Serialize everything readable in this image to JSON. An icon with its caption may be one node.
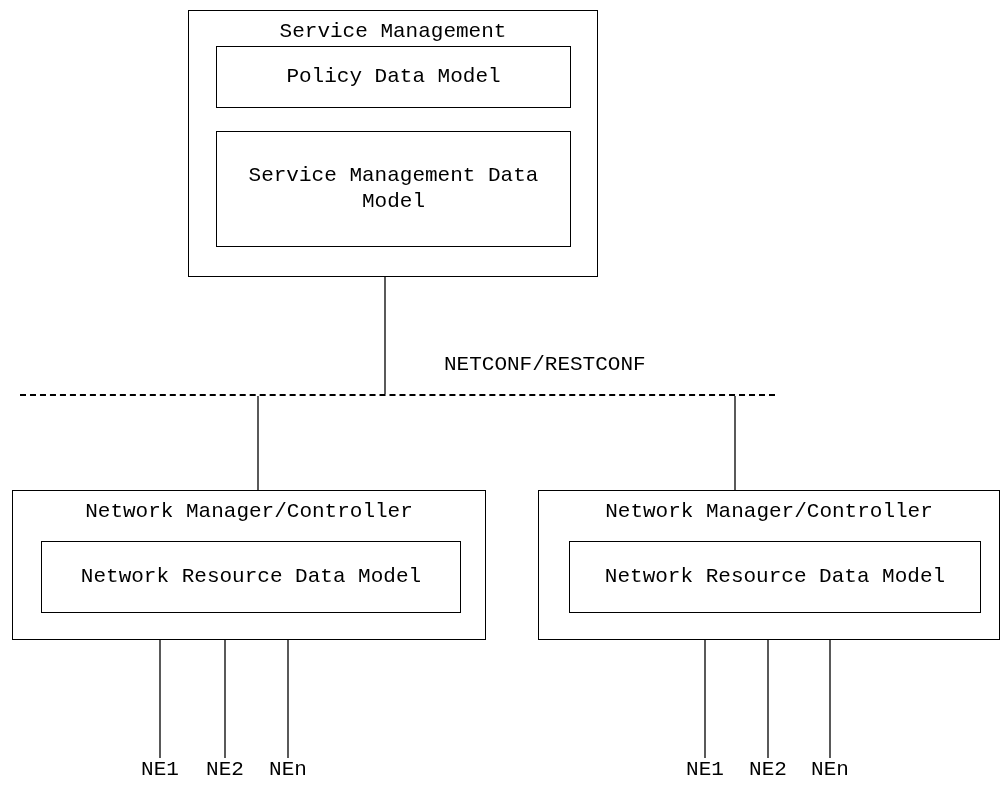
{
  "diagram": {
    "nodes": [
      {
        "text": [
          "Service Management"
        ]
      },
      {
        "text": [
          "Policy Data Model"
        ],
        "in": 0
      },
      {
        "text": [
          "Service Management Data Model"
        ],
        "in": 0
      },
      {
        "text": [],
        "shape": "bar"
      },
      {
        "text": [
          "Network Manager/Controller"
        ]
      },
      {
        "text": [
          "Network Resource Data Model"
        ],
        "in": 4
      },
      {
        "text": [
          "Network Manager/Controller"
        ]
      },
      {
        "text": [
          "Network Resource Data Model"
        ],
        "in": 6
      },
      {
        "text": [
          "NE1"
        ]
      },
      {
        "text": [
          "NE2"
        ]
      },
      {
        "text": [
          "NEn"
        ]
      },
      {
        "text": [
          "NE1"
        ]
      },
      {
        "text": [
          "NE2"
        ]
      },
      {
        "text": [
          "NEn"
        ]
      }
    ],
    "edges": [
      {
        "from": 0,
        "to": 3,
        "arrow": "none",
        "label": "NETCONF/RESTCONF"
      },
      {
        "from": 3,
        "to": 4,
        "arrow": "none"
      },
      {
        "from": 3,
        "to": 6,
        "arrow": "none"
      },
      {
        "from": 4,
        "to": 8,
        "arrow": "none"
      },
      {
        "from": 4,
        "to": 9,
        "arrow": "none"
      },
      {
        "from": 4,
        "to": 10,
        "arrow": "none"
      },
      {
        "from": 6,
        "to": 11,
        "arrow": "none"
      },
      {
        "from": 6,
        "to": 12,
        "arrow": "none"
      },
      {
        "from": 6,
        "to": 13,
        "arrow": "none"
      }
    ]
  }
}
